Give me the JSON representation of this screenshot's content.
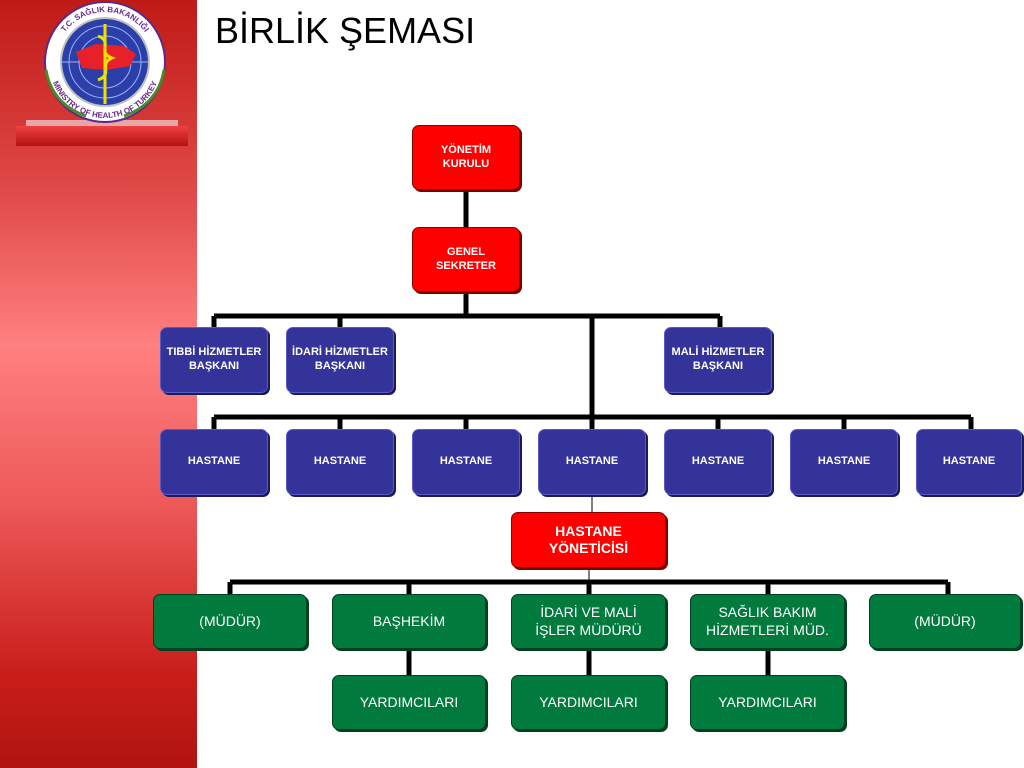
{
  "title": "BİRLİK ŞEMASI",
  "logo": {
    "top_text": "T.C. SAĞLIK BAKANLIĞI",
    "bottom_text": "MINISTRY OF HEALTH OF TURKEY"
  },
  "org": {
    "board": "YÖNETİM\nKURULU",
    "secretary": "GENEL\nSEKRETER",
    "medical_head": "TIBBİ HİZMETLER\nBAŞKANI",
    "admin_head": "İDARİ HİZMETLER\nBAŞKANI",
    "finance_head": "MALİ HİZMETLER\nBAŞKANI",
    "hospitals": [
      "HASTANE",
      "HASTANE",
      "HASTANE",
      "HASTANE",
      "HASTANE",
      "HASTANE",
      "HASTANE"
    ],
    "hospital_manager": "HASTANE\nYÖNETİCİSİ",
    "departments": [
      "(MÜDÜR)",
      "BAŞHEKİM",
      "İDARİ VE MALİ\nİŞLER MÜDÜRÜ",
      "SAĞLIK BAKIM\nHİZMETLERİ MÜD.",
      "(MÜDÜR)"
    ],
    "assistants": [
      "YARDIMCILARI",
      "YARDIMCILARI",
      "YARDIMCILARI"
    ]
  },
  "colors": {
    "red": "#ff0000",
    "blue": "#333399",
    "green": "#007a3d",
    "connector": "#000000"
  }
}
